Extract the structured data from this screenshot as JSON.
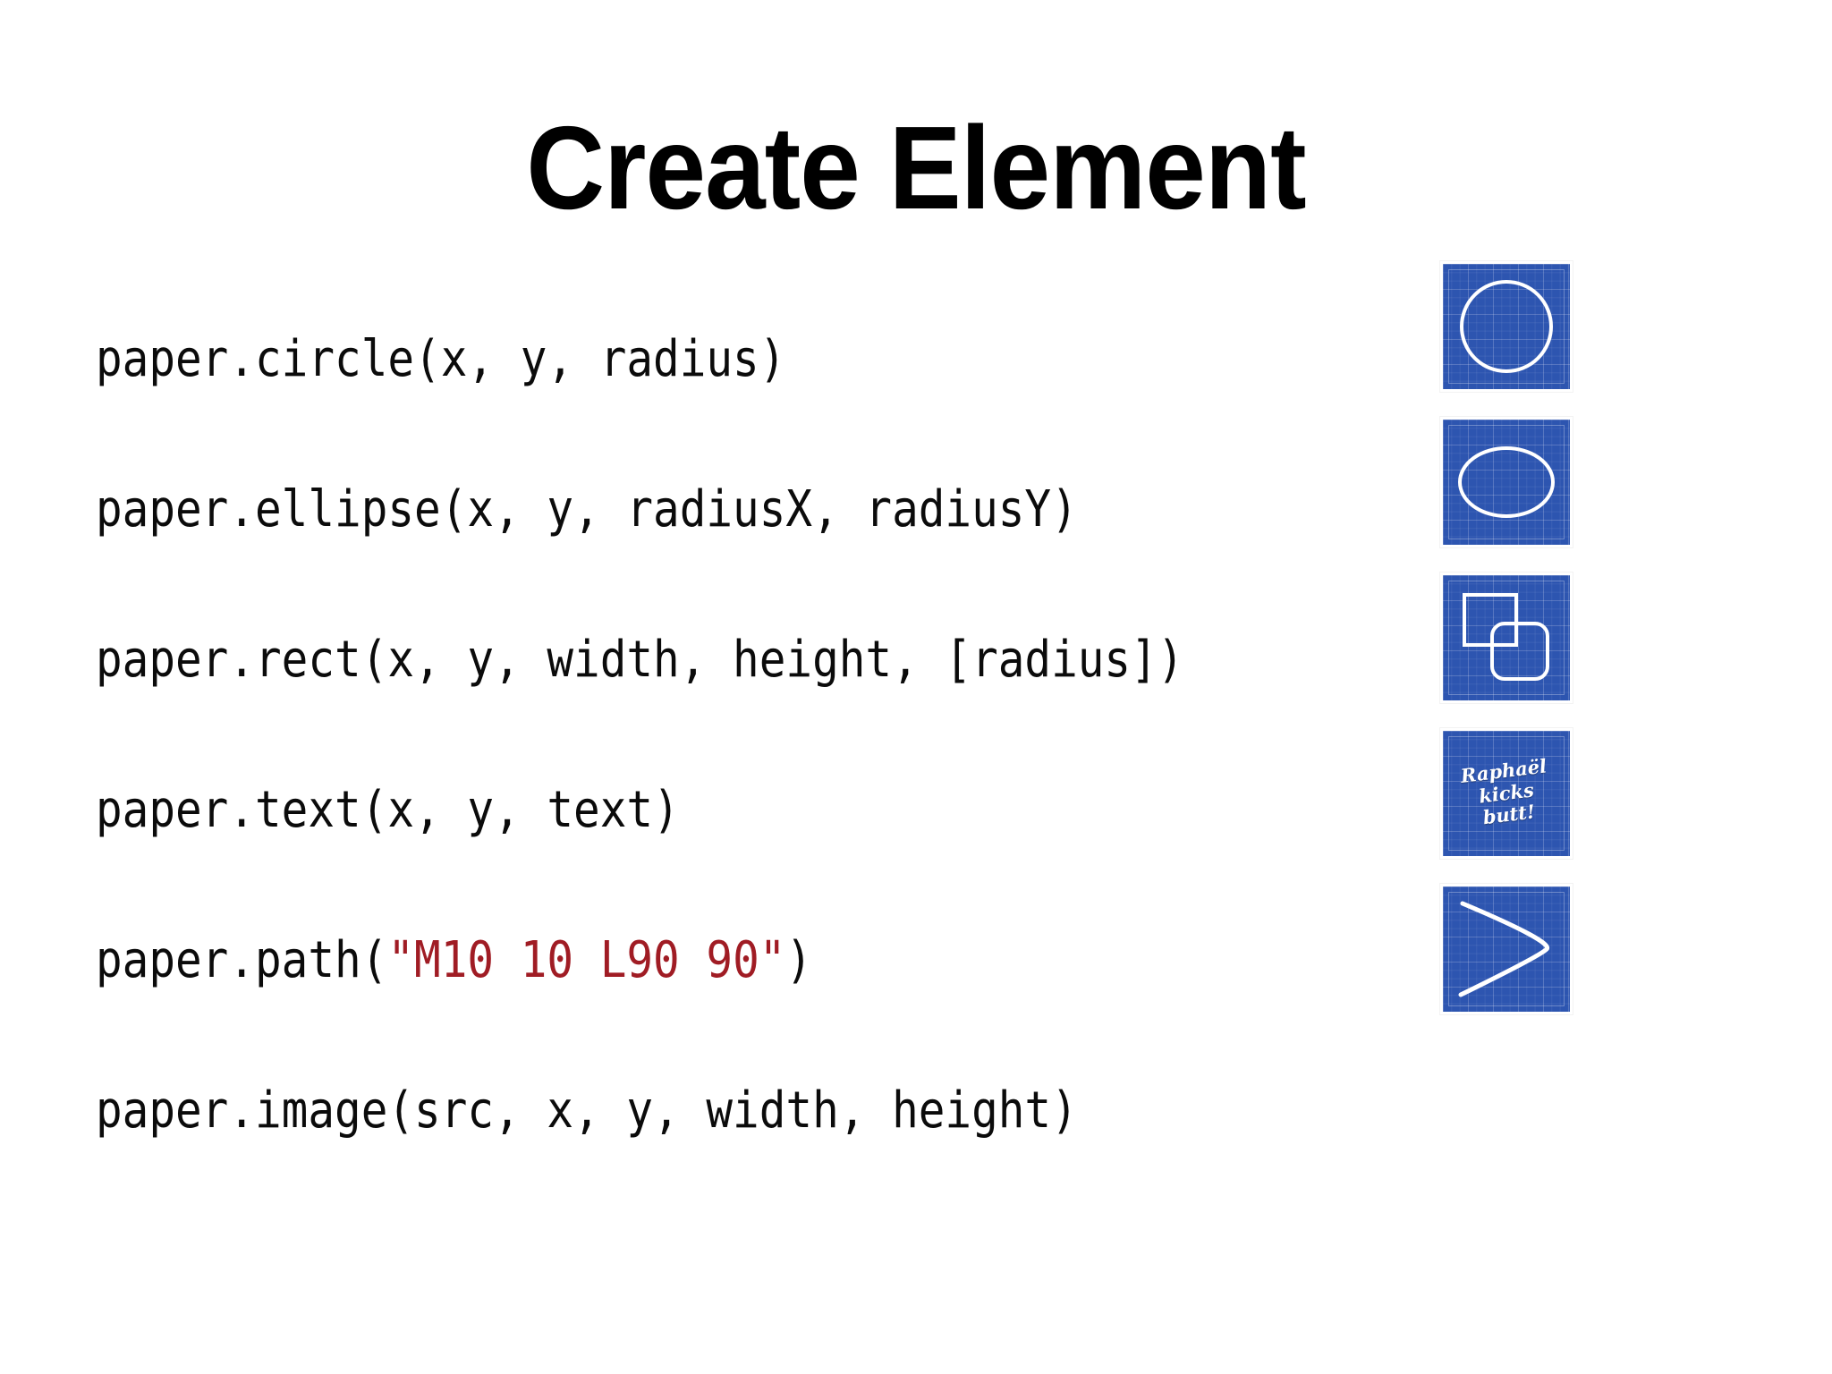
{
  "slide": {
    "background_color": "#ffffff",
    "title": "Create Element"
  },
  "code": {
    "lines": [
      {
        "name": "circle",
        "prefix": "paper.circle(x, y, radius)",
        "string": "",
        "suffix": ""
      },
      {
        "name": "ellipse",
        "prefix": "paper.ellipse(x, y, radiusX, radiusY)",
        "string": "",
        "suffix": ""
      },
      {
        "name": "rect",
        "prefix": "paper.rect(x, y, width, height, [radius])",
        "string": "",
        "suffix": ""
      },
      {
        "name": "text",
        "prefix": "paper.text(x, y, text)",
        "string": "",
        "suffix": ""
      },
      {
        "name": "path",
        "prefix": "paper.path(",
        "string": "\"M10 10 L90 90\"",
        "suffix": ")"
      },
      {
        "name": "image",
        "prefix": "paper.image(src, x, y, width, height)",
        "string": "",
        "suffix": ""
      }
    ],
    "text_color": "#0b0b0b",
    "string_color": "#A01C24"
  },
  "thumbnails": {
    "background_color": "#2d55b0",
    "stroke_color": "#ffffff",
    "items": [
      {
        "icon": "circle-thumbnail",
        "label": "circle"
      },
      {
        "icon": "ellipse-thumbnail",
        "label": "ellipse"
      },
      {
        "icon": "rect-thumbnail",
        "label": "rect"
      },
      {
        "icon": "text-thumbnail",
        "label": "text"
      },
      {
        "icon": "path-thumbnail",
        "label": "path"
      }
    ],
    "text_thumbnail_lines": [
      "Raphaël",
      "kicks",
      "butt!"
    ]
  }
}
